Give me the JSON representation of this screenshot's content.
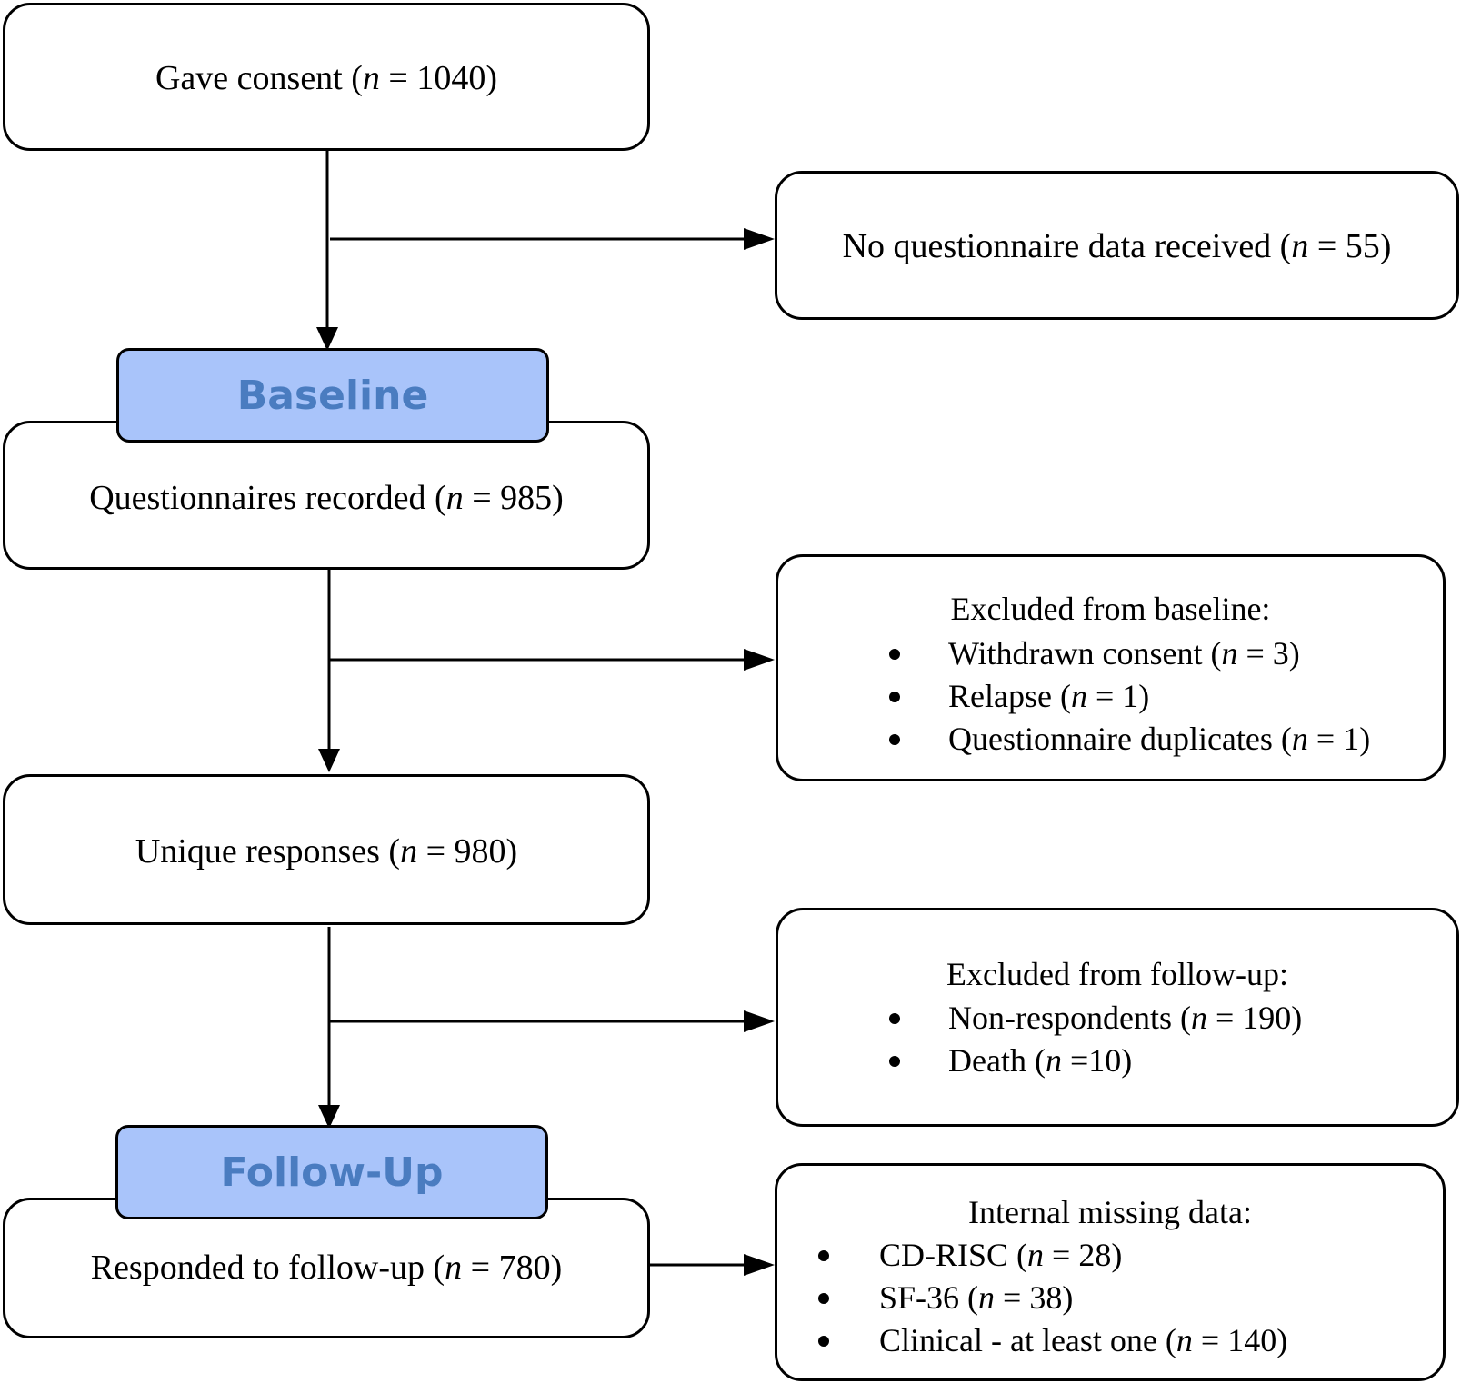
{
  "boxes": {
    "consent": {
      "text": "Gave consent (",
      "n_sym": "n",
      "value": " = 1040)"
    },
    "baseline": {
      "text": "Questionnaires recorded (",
      "n_sym": "n",
      "value": " = 985)"
    },
    "unique": {
      "text": "Unique responses (",
      "n_sym": "n",
      "value": " = 980)"
    },
    "followup": {
      "text": "Responded to follow-up (",
      "n_sym": "n",
      "value": " = 780)"
    }
  },
  "stages": {
    "baseline": "Baseline",
    "followup": "Follow-Up"
  },
  "side_boxes": {
    "no_data": {
      "text": "No questionnaire data received (",
      "n_sym": "n",
      "value": " = 55)"
    },
    "excluded_baseline": {
      "heading": "Excluded from baseline:",
      "items": [
        {
          "text": "Withdrawn consent (",
          "n_sym": "n",
          "value": " = 3)"
        },
        {
          "text": "Relapse (",
          "n_sym": "n",
          "value": " = 1)"
        },
        {
          "text": "Questionnaire duplicates (",
          "n_sym": "n",
          "value": " = 1)"
        }
      ]
    },
    "excluded_followup": {
      "heading": "Excluded from follow-up:",
      "items": [
        {
          "text": "Non-respondents (",
          "n_sym": "n",
          "value": " = 190)"
        },
        {
          "text": "Death (",
          "n_sym": "n",
          "value": " =10)"
        }
      ]
    },
    "missing": {
      "heading": "Internal missing data:",
      "items": [
        {
          "text": "CD-RISC (",
          "n_sym": "n",
          "value": " = 28)"
        },
        {
          "text": "SF-36 (",
          "n_sym": "n",
          "value": " = 38)"
        },
        {
          "text": "Clinical - at least one (",
          "n_sym": "n",
          "value": " = 140)"
        }
      ]
    }
  }
}
